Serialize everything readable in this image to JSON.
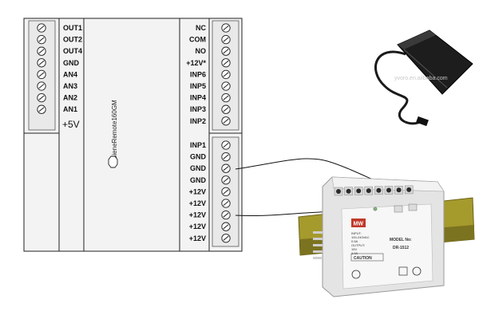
{
  "device": {
    "name": "BieneRemote160GM",
    "left_labels": [
      "OUT1",
      "OUT2",
      "OUT4",
      "GND",
      "AN4",
      "AN3",
      "AN2",
      "AN1"
    ],
    "left_big_label": "+5V",
    "right_top_labels": [
      "NC",
      "COM",
      "NO",
      "+12V*",
      "INP6",
      "INP5",
      "INP4",
      "INP3",
      "INP2"
    ],
    "right_bottom_labels": [
      "INP1",
      "GND",
      "GND",
      "GND",
      "+12V",
      "+12V",
      "+12V",
      "+12V",
      "+12V"
    ]
  },
  "power_adapter": {
    "watermark": "yvoro.en.alibaba.com"
  },
  "psu": {
    "brand": "MW",
    "model_label": "MODEL No:",
    "model": "DR-1512",
    "caution": "CAUTION",
    "spec_lines": [
      "INPUT:",
      "100-240VAC",
      "0.5A",
      "OUTPUT:",
      "15V",
      "1.0A"
    ]
  },
  "colors": {
    "stroke": "#222222",
    "panel": "#f3f3f3",
    "terminal": "#e9e9e9",
    "psu_body": "#e4e4e4",
    "rail": "#a59a2c"
  }
}
